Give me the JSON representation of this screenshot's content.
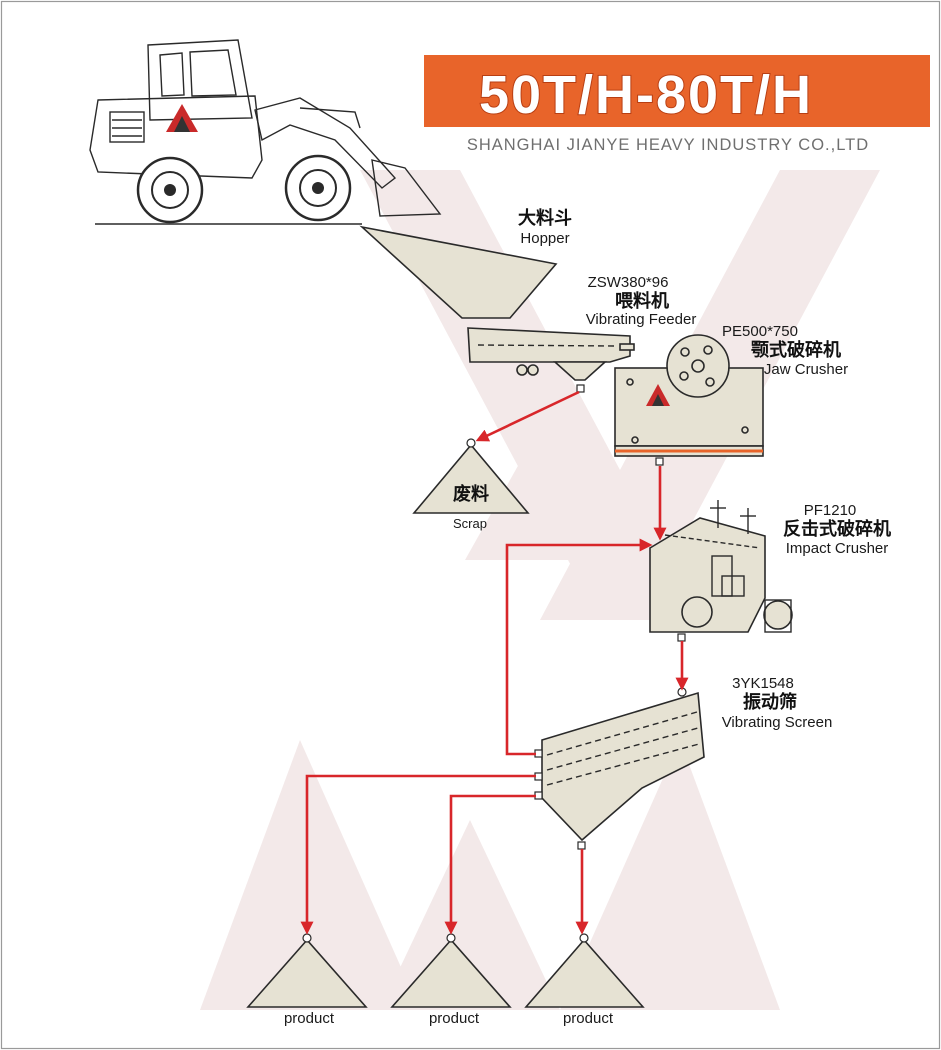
{
  "banner": {
    "title": "50T/H-80T/H",
    "company": "SHANGHAI JIANYE HEAVY INDUSTRY CO.,LTD"
  },
  "colors": {
    "banner": "#e8642a",
    "flow": "#d8262a",
    "machine_fill": "#e6e2d3",
    "outline": "#2a2a2a",
    "watermark": "#f3e9e9"
  },
  "nodes": {
    "hopper": {
      "cn": "大料斗",
      "en": "Hopper"
    },
    "feeder": {
      "model": "ZSW380*96",
      "cn": "喂料机",
      "en": "Vibrating Feeder"
    },
    "jaw": {
      "model": "PE500*750",
      "cn": "颚式破碎机",
      "en": "Jaw Crusher"
    },
    "scrap": {
      "cn": "废料",
      "en": "Scrap"
    },
    "impact": {
      "model": "PF1210",
      "cn": "反击式破碎机",
      "en": "Impact Crusher"
    },
    "screen": {
      "model": "3YK1548",
      "cn": "振动筛",
      "en": "Vibrating Screen"
    },
    "products": [
      {
        "label": "product"
      },
      {
        "label": "product"
      },
      {
        "label": "product"
      }
    ]
  },
  "icons": [
    "wheel-loader-icon",
    "hopper-icon",
    "vibrating-feeder-icon",
    "jaw-crusher-icon",
    "impact-crusher-icon",
    "vibrating-screen-icon",
    "stockpile-icon"
  ]
}
